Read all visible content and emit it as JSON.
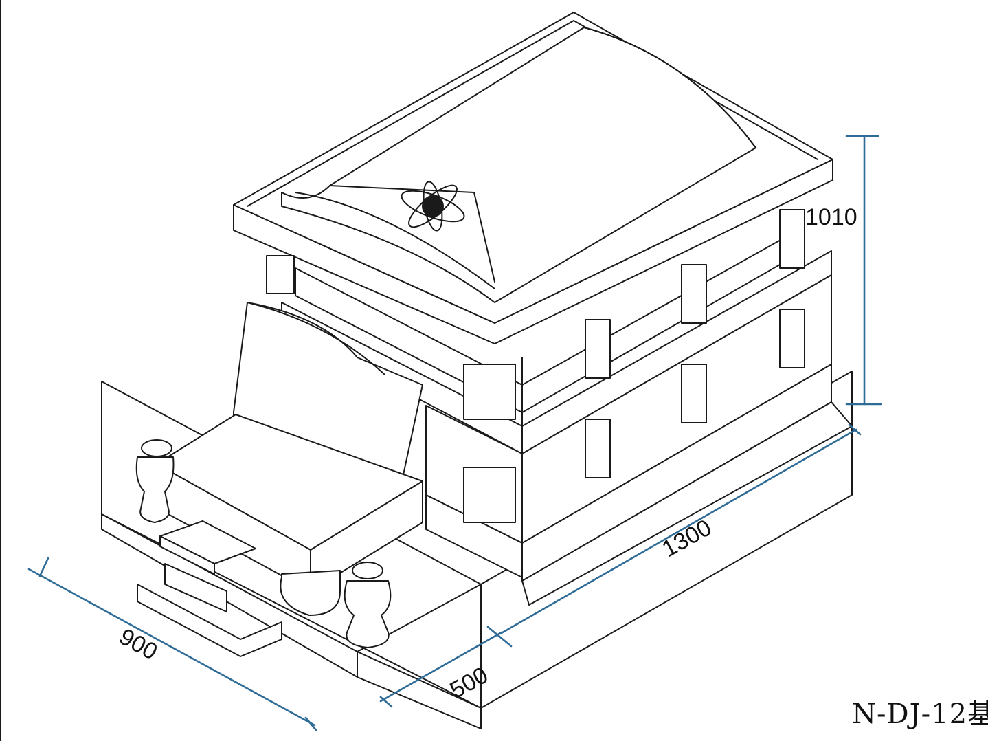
{
  "dimensions": {
    "height": "1010",
    "length": "1300",
    "front_step": "500",
    "width": "900"
  },
  "model_label": "N-DJ-12基",
  "colors": {
    "line": "#1a1a1a",
    "dimension_line": "#2e6b96",
    "background": "#ffffff"
  },
  "icons": {
    "ornament": "flower-ornament-icon"
  }
}
